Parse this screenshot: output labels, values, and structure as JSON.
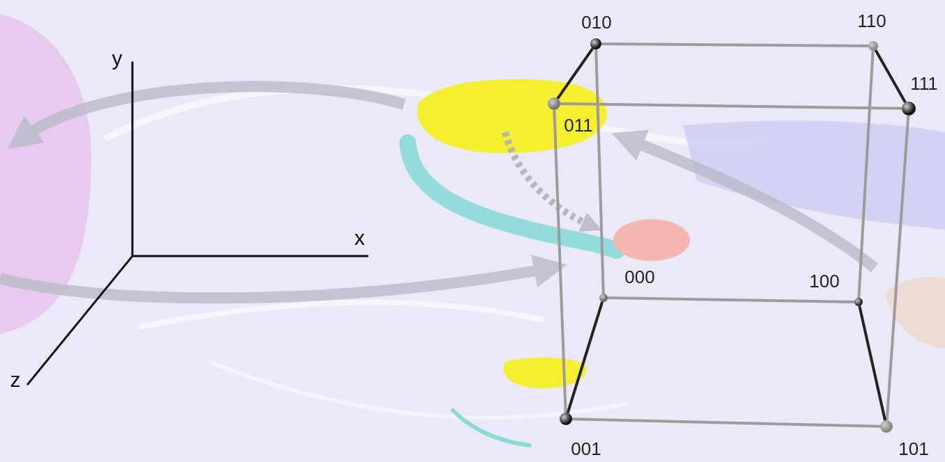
{
  "diagram": {
    "nodes": [
      {
        "text": [
          "010"
        ]
      },
      {
        "text": [
          "110"
        ]
      },
      {
        "text": [
          "011"
        ]
      },
      {
        "text": [
          "111"
        ]
      },
      {
        "text": [
          "000"
        ]
      },
      {
        "text": [
          "100"
        ]
      },
      {
        "text": [
          "001"
        ]
      },
      {
        "text": [
          "101"
        ]
      }
    ],
    "edges": [
      {
        "from": 0,
        "to": 1,
        "arrow": "none"
      },
      {
        "from": 0,
        "to": 2,
        "arrow": "none"
      },
      {
        "from": 1,
        "to": 3,
        "arrow": "none"
      },
      {
        "from": 2,
        "to": 3,
        "arrow": "none"
      },
      {
        "from": 0,
        "to": 4,
        "arrow": "none"
      },
      {
        "from": 1,
        "to": 5,
        "arrow": "none"
      },
      {
        "from": 2,
        "to": 6,
        "arrow": "none"
      },
      {
        "from": 3,
        "to": 7,
        "arrow": "none"
      },
      {
        "from": 4,
        "to": 5,
        "arrow": "none"
      },
      {
        "from": 4,
        "to": 6,
        "arrow": "none"
      },
      {
        "from": 5,
        "to": 7,
        "arrow": "none"
      },
      {
        "from": 6,
        "to": 7,
        "arrow": "none"
      }
    ],
    "labels": [
      "y",
      "x",
      "z"
    ]
  }
}
